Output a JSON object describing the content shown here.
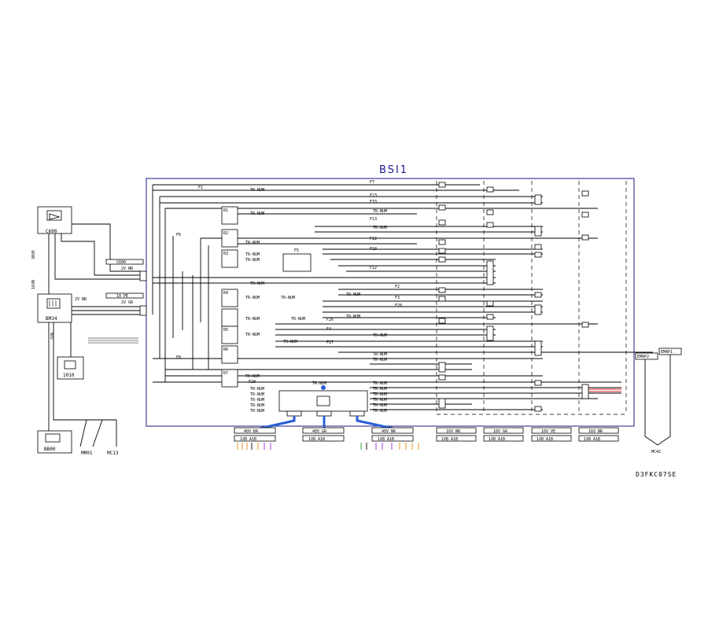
{
  "title": "BSI1",
  "reference": "D3FKC07SE",
  "left_components": [
    {
      "id": "C-top",
      "label": "C600",
      "side": "30VE"
    },
    {
      "id": "C-mid",
      "label": "BM34",
      "side": "16VB"
    },
    {
      "id": "C-low",
      "label": "1010",
      "side": "2VN"
    },
    {
      "id": "C-bot",
      "label": "BB00",
      "side": ""
    }
  ],
  "ground_labels": [
    "MM01",
    "MC13"
  ],
  "connector_labels": [
    {
      "name": "C600",
      "sub": "2V NR"
    },
    {
      "name": "10 PE",
      "sub": "2V GR"
    },
    {
      "name": "BM34",
      "sub": "2V NR"
    }
  ],
  "tr_num": "TR-NUM",
  "ecu_label": "TR-NUM",
  "bottom_connectors": [
    {
      "top": "40V BA",
      "bottom": "1XB A1B"
    },
    {
      "top": "40V GR",
      "bottom": "1XB A1B"
    },
    {
      "top": "40V NR",
      "bottom": "1XB A1B"
    },
    {
      "top": "16V NR",
      "bottom": "1XB A1B"
    },
    {
      "top": "16V GR",
      "bottom": "1XB A1B"
    },
    {
      "top": "16V VE",
      "bottom": "1XB A1B"
    },
    {
      "top": "16V NR",
      "bottom": "1XB A1B"
    }
  ],
  "fuse_labels": [
    "F1",
    "F2",
    "F3",
    "F4",
    "F5",
    "F6",
    "F7",
    "F8",
    "F10",
    "F12",
    "F13",
    "F22",
    "F23",
    "F26",
    "F27",
    "F28",
    "F29",
    "F33"
  ],
  "relay_labels": [
    "R1",
    "R2",
    "R3",
    "R4",
    "R5",
    "R6",
    "R7"
  ],
  "right_tags": [
    "EMAP2",
    "EMAP1"
  ],
  "ground_right": "MC42",
  "colors": {
    "frame": "#1a1a8a",
    "bus": "#2a5fd6",
    "wire_red": "#d62020",
    "wire_orange": "#e08a00",
    "wire_green": "#2a9a2a",
    "wire_violet": "#9a2ad6"
  }
}
